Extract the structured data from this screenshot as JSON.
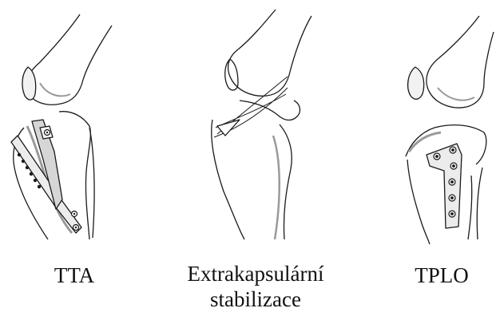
{
  "captions": {
    "tta": "TTA",
    "extra_line1": "Extrakapsulární",
    "extra_line2": "stabilizace",
    "tplo": "TPLO"
  },
  "colors": {
    "stroke": "#1a1a1a",
    "shade": "#9a9a9a",
    "plate": "#e9e9e9",
    "background": "#ffffff"
  }
}
